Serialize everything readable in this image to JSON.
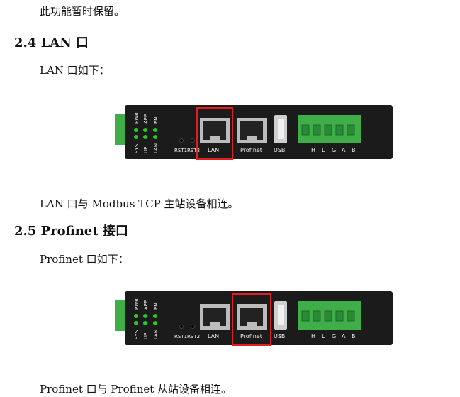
{
  "document": {
    "top_line": "此功能暂时保留。",
    "section_lan": {
      "heading": "2.4 LAN 口",
      "intro": "LAN 口如下：",
      "caption": "LAN 口与 Modbus TCP 主站设备相连。",
      "highlighted_port": "LAN"
    },
    "section_profinet": {
      "heading": "2.5 Profinet 接口",
      "intro": "Profinet 口如下：",
      "caption": "Profinet 口与 Profinet 从站设备相连。",
      "highlighted_port": "Profinet"
    },
    "device_labels": {
      "leds_top": [
        "PWR",
        "APP",
        "PN"
      ],
      "leds_bottom": [
        "SYS",
        "UP",
        "LAN"
      ],
      "reset_buttons": [
        "RST1",
        "RST2"
      ],
      "port_lan": "LAN",
      "port_profinet": "Profinet",
      "port_usb": "USB",
      "terminal_pins": [
        "H",
        "L",
        "G",
        "A",
        "B"
      ]
    },
    "colors": {
      "device_body": "#1b1b1b",
      "terminal_green": "#3fae49",
      "led_green": "#22cc22",
      "highlight_red": "#e02020"
    }
  }
}
